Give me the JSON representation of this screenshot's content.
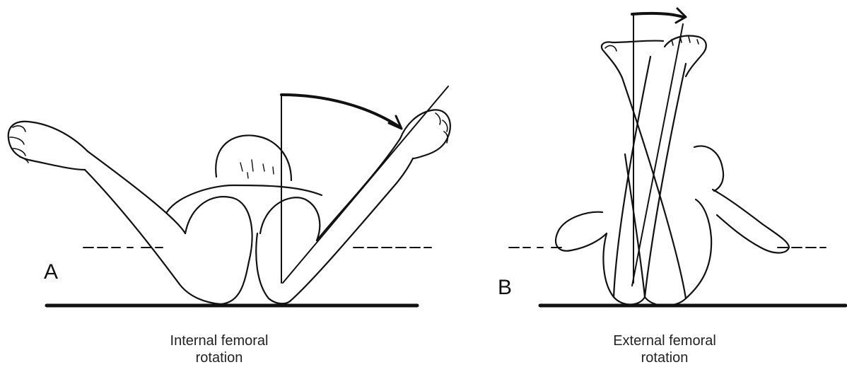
{
  "panels": [
    {
      "letter": "A",
      "caption_line1": "Internal femoral",
      "caption_line2": "rotation"
    },
    {
      "letter": "B",
      "caption_line1": "External femoral",
      "caption_line2": "rotation"
    }
  ],
  "colors": {
    "ink": "#111111",
    "background": "#ffffff"
  }
}
